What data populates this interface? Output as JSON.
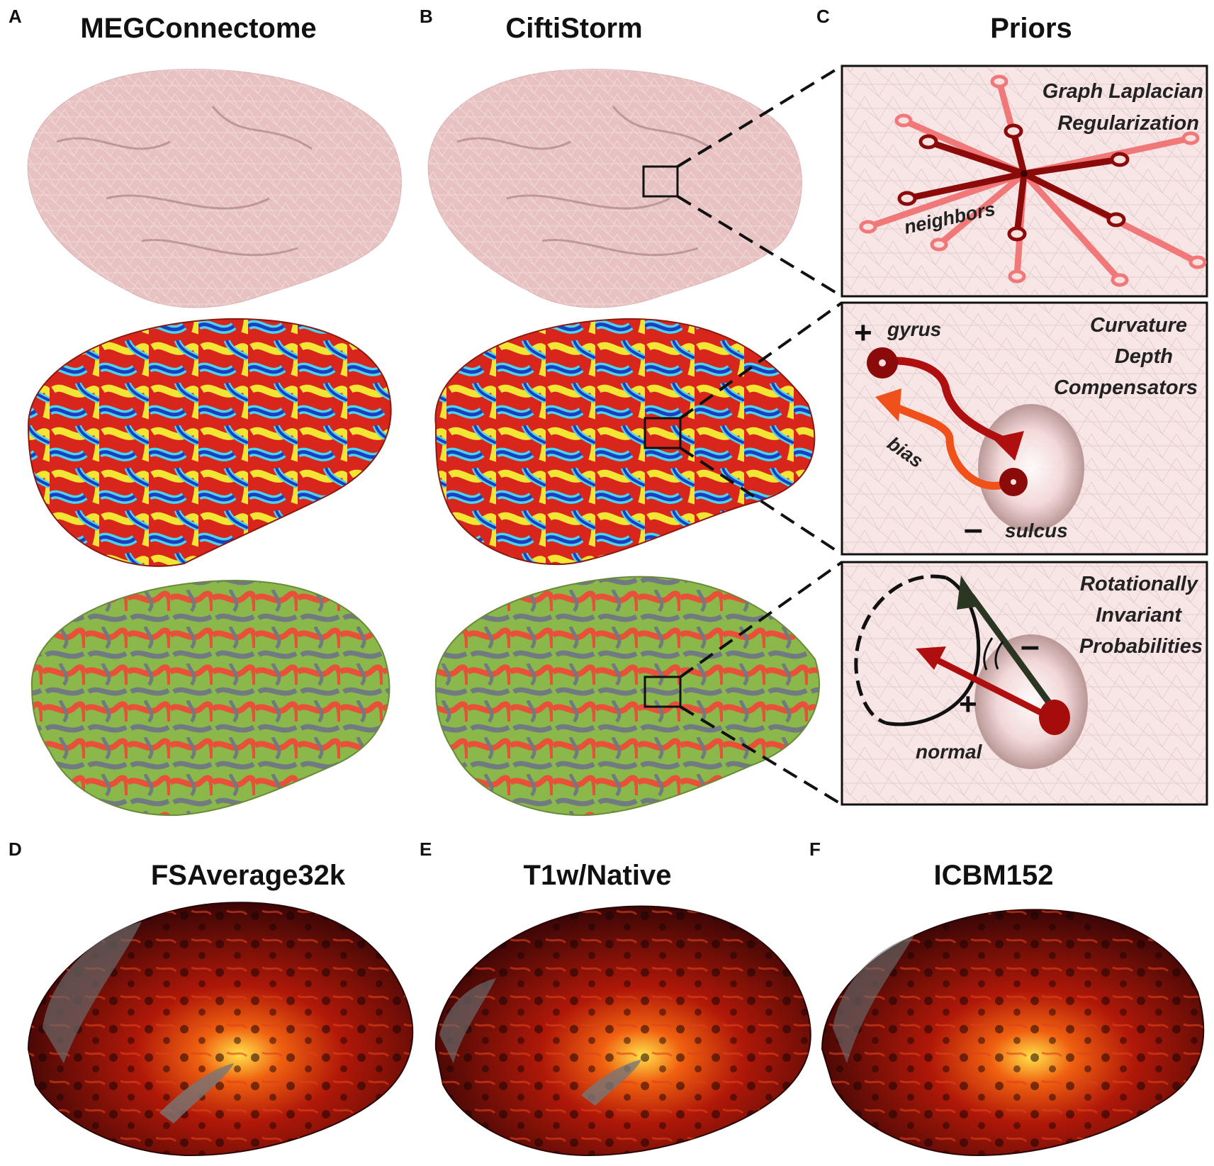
{
  "panels": {
    "A": {
      "letter": "A",
      "title": "MEGConnectome"
    },
    "B": {
      "letter": "B",
      "title": "CiftiStorm"
    },
    "C": {
      "letter": "C",
      "title": "Priors"
    },
    "D": {
      "letter": "D",
      "title": "FSAverage32k"
    },
    "E": {
      "letter": "E",
      "title": "T1w/Native"
    },
    "F": {
      "letter": "F",
      "title": "ICBM152"
    }
  },
  "priors": {
    "laplacian": {
      "line1": "Graph Laplacian",
      "line2": "Regularization",
      "neighbors": "neighbors"
    },
    "depth": {
      "line1": "Curvature",
      "line2": "Depth",
      "line3": "Compensators",
      "gyrus": "gyrus",
      "sulcus": "sulcus",
      "bias": "bias",
      "plus": "+",
      "minus": "–"
    },
    "orientation": {
      "line1": "Rotationally",
      "line2": "Invariant",
      "line3": "Probabilities",
      "normal": "normal",
      "plus": "+",
      "minus": "–"
    }
  },
  "colors": {
    "mesh_pink": "#eccccc",
    "curv_red": "#d8261c",
    "curv_blue": "#1b3fc0",
    "curv_cyan": "#49d4f0",
    "curv_yellow": "#f2e533",
    "green_map": "#8bb84a",
    "heat_dark": "#3a0606",
    "heat_red": "#c21a0a",
    "heat_yellow": "#ffe14a",
    "dark_red": "#8b0a0a",
    "salmon": "#f07878"
  }
}
